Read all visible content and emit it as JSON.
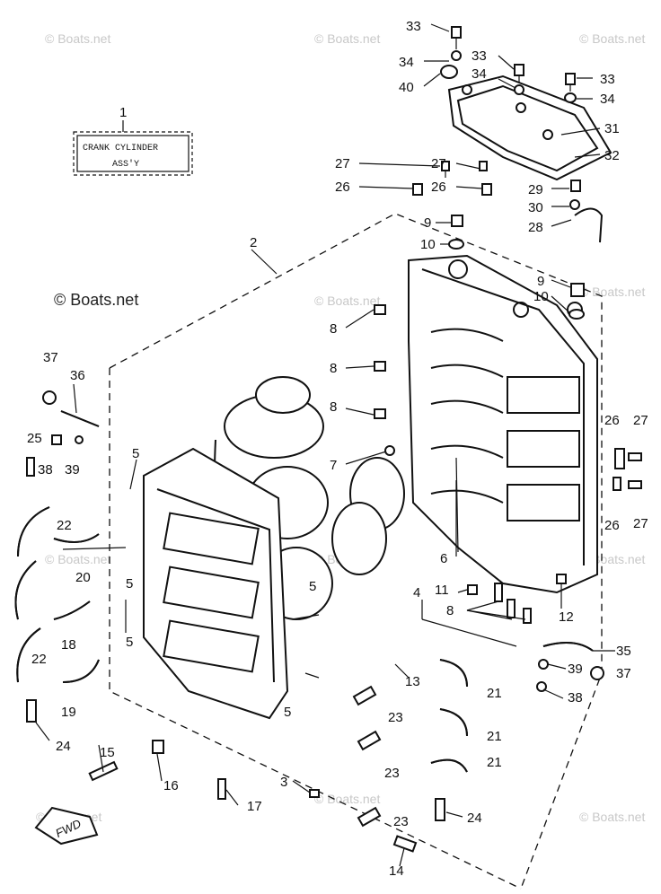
{
  "title_box": {
    "line1": "CRANK CYLINDER",
    "line2": "ASS'Y",
    "number": "1"
  },
  "watermark": "© Boats.net",
  "fwd_label": "FWD",
  "labels": [
    {
      "id": "l33a",
      "text": "33"
    },
    {
      "id": "l34a",
      "text": "34"
    },
    {
      "id": "l40",
      "text": "40"
    },
    {
      "id": "l33b",
      "text": "33"
    },
    {
      "id": "l34b",
      "text": "34"
    },
    {
      "id": "l33c",
      "text": "33"
    },
    {
      "id": "l34c",
      "text": "34"
    },
    {
      "id": "l31",
      "text": "31"
    },
    {
      "id": "l32",
      "text": "32"
    },
    {
      "id": "l27a",
      "text": "27"
    },
    {
      "id": "l27b",
      "text": "27"
    },
    {
      "id": "l26a",
      "text": "26"
    },
    {
      "id": "l26b",
      "text": "26"
    },
    {
      "id": "l29",
      "text": "29"
    },
    {
      "id": "l30",
      "text": "30"
    },
    {
      "id": "l28",
      "text": "28"
    },
    {
      "id": "l2",
      "text": "2"
    },
    {
      "id": "l9a",
      "text": "9"
    },
    {
      "id": "l10a",
      "text": "10"
    },
    {
      "id": "l9b",
      "text": "9"
    },
    {
      "id": "l10b",
      "text": "10"
    },
    {
      "id": "l8a",
      "text": "8"
    },
    {
      "id": "l8b",
      "text": "8"
    },
    {
      "id": "l8c",
      "text": "8"
    },
    {
      "id": "l37a",
      "text": "37"
    },
    {
      "id": "l36",
      "text": "36"
    },
    {
      "id": "l25",
      "text": "25"
    },
    {
      "id": "l38a",
      "text": "38"
    },
    {
      "id": "l39a",
      "text": "39"
    },
    {
      "id": "l5a",
      "text": "5"
    },
    {
      "id": "l7",
      "text": "7"
    },
    {
      "id": "l26c",
      "text": "26"
    },
    {
      "id": "l27c",
      "text": "27"
    },
    {
      "id": "l26d",
      "text": "26"
    },
    {
      "id": "l27d",
      "text": "27"
    },
    {
      "id": "l22a",
      "text": "22"
    },
    {
      "id": "l20",
      "text": "20"
    },
    {
      "id": "l6",
      "text": "6"
    },
    {
      "id": "l5b",
      "text": "5"
    },
    {
      "id": "l5c",
      "text": "5"
    },
    {
      "id": "l11",
      "text": "11"
    },
    {
      "id": "l8d",
      "text": "8"
    },
    {
      "id": "l12",
      "text": "12"
    },
    {
      "id": "l4",
      "text": "4"
    },
    {
      "id": "l18",
      "text": "18"
    },
    {
      "id": "l5d",
      "text": "5"
    },
    {
      "id": "l22b",
      "text": "22"
    },
    {
      "id": "l35",
      "text": "35"
    },
    {
      "id": "l39b",
      "text": "39"
    },
    {
      "id": "l37b",
      "text": "37"
    },
    {
      "id": "l38b",
      "text": "38"
    },
    {
      "id": "l13",
      "text": "13"
    },
    {
      "id": "l21a",
      "text": "21"
    },
    {
      "id": "l19",
      "text": "19"
    },
    {
      "id": "l5e",
      "text": "5"
    },
    {
      "id": "l23a",
      "text": "23"
    },
    {
      "id": "l21b",
      "text": "21"
    },
    {
      "id": "l24a",
      "text": "24"
    },
    {
      "id": "l15",
      "text": "15"
    },
    {
      "id": "l23b",
      "text": "23"
    },
    {
      "id": "l21c",
      "text": "21"
    },
    {
      "id": "l16",
      "text": "16"
    },
    {
      "id": "l17",
      "text": "17"
    },
    {
      "id": "l3",
      "text": "3"
    },
    {
      "id": "l23c",
      "text": "23"
    },
    {
      "id": "l24b",
      "text": "24"
    },
    {
      "id": "l14",
      "text": "14"
    }
  ]
}
